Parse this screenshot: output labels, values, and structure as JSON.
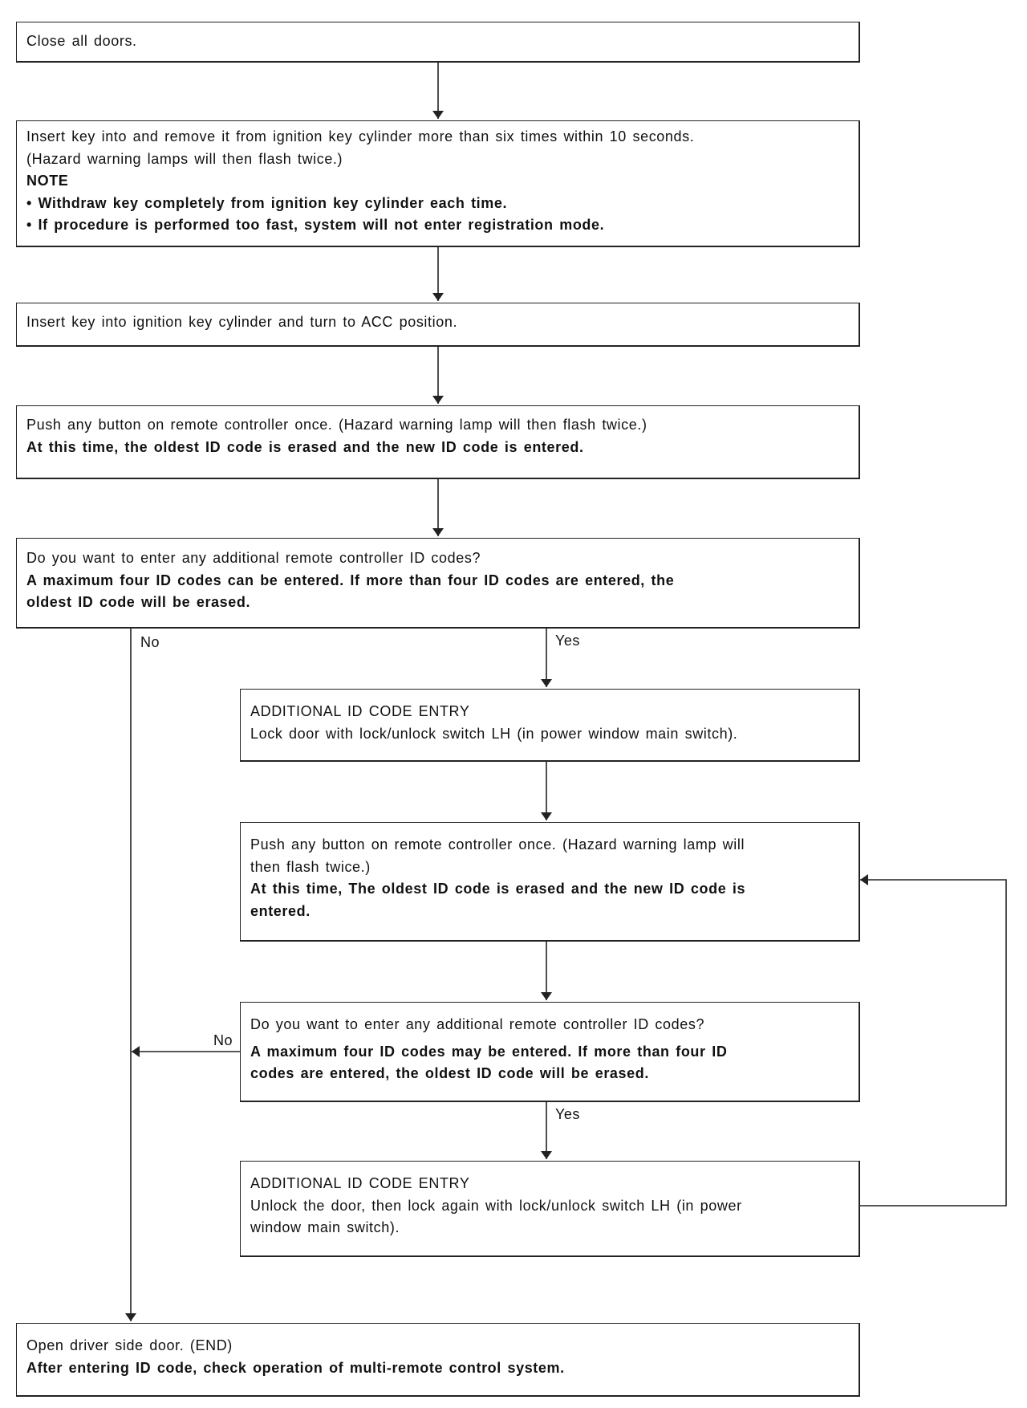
{
  "flowchart": {
    "step_close_doors": {
      "text": "Close all doors."
    },
    "step_insert_remove_key": {
      "line1": "Insert key into and remove it from ignition key cylinder more than six times within 10 seconds.",
      "line2": "(Hazard warning lamps will then flash twice.)",
      "note_heading": "NOTE",
      "note1": "• Withdraw key completely from ignition key cylinder each time.",
      "note2": "• If procedure is performed too fast, system will not enter registration mode."
    },
    "step_acc": {
      "text": "Insert key into ignition key cylinder and turn to ACC position."
    },
    "step_push_button_1": {
      "line1": "Push any button on remote controller once. (Hazard warning lamp will then flash twice.)",
      "bold": "At this time, the oldest ID code is erased and the new ID code is entered."
    },
    "decision_1": {
      "line1": "Do you want to enter any additional remote controller ID codes?",
      "bold1": "A maximum four ID codes can be entered. If more than four ID codes are entered, the",
      "bold2": "oldest ID code will be erased."
    },
    "step_additional_entry_1": {
      "title": "ADDITIONAL ID CODE ENTRY",
      "text": "Lock door with lock/unlock switch LH (in power window main switch)."
    },
    "step_push_button_2": {
      "line1": "Push any button on remote controller once. (Hazard warning lamp will",
      "line2": "then flash twice.)",
      "bold1": "At this time, The oldest ID code is erased and the new ID code is",
      "bold2": "entered."
    },
    "decision_2": {
      "line1": "Do you want to enter any additional remote controller ID codes?",
      "bold1": "A maximum four ID codes may be entered. If more than four ID",
      "bold2": "codes are entered, the oldest ID code will be erased."
    },
    "step_additional_entry_2": {
      "title": "ADDITIONAL ID CODE ENTRY",
      "line1": "Unlock the door, then lock again with lock/unlock switch LH (in power",
      "line2": "window main switch)."
    },
    "step_end": {
      "line1": "Open driver side door. (END)",
      "bold": "After entering ID code, check operation of multi-remote control system."
    },
    "labels": {
      "no_1": "No",
      "yes_1": "Yes",
      "no_2": "No",
      "yes_2": "Yes"
    }
  },
  "colors": {
    "line": "#222222",
    "background": "#ffffff"
  }
}
